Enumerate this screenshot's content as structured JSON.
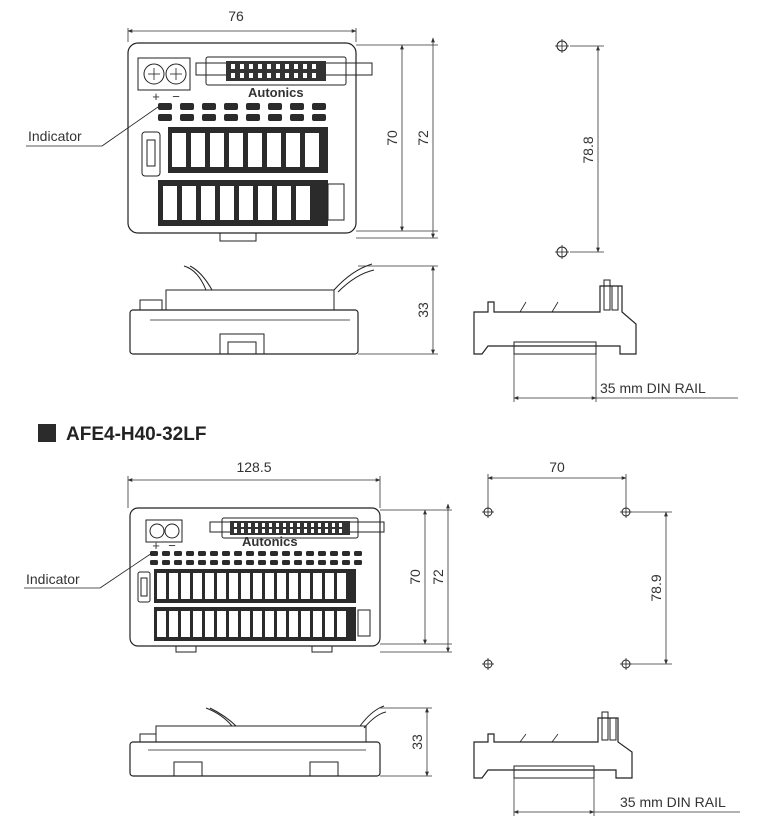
{
  "model1": {
    "top": {
      "width": "76",
      "height_inner": "70",
      "height_outer": "72",
      "mount_pitch": "78.8",
      "indicator_label": "Indicator",
      "brand": "Autonics"
    },
    "side": {
      "height": "33"
    },
    "rail": {
      "label": "35 mm DIN RAIL"
    }
  },
  "section2": {
    "title": "AFE4-H40-32LF",
    "bullet": "■"
  },
  "model2": {
    "top": {
      "width": "128.5",
      "height_inner": "70",
      "height_outer": "72",
      "mount_width": "70",
      "mount_pitch": "78.9",
      "indicator_label": "Indicator",
      "brand": "Autonics"
    },
    "side": {
      "height": "33"
    },
    "rail": {
      "label": "35 mm DIN RAIL"
    }
  }
}
